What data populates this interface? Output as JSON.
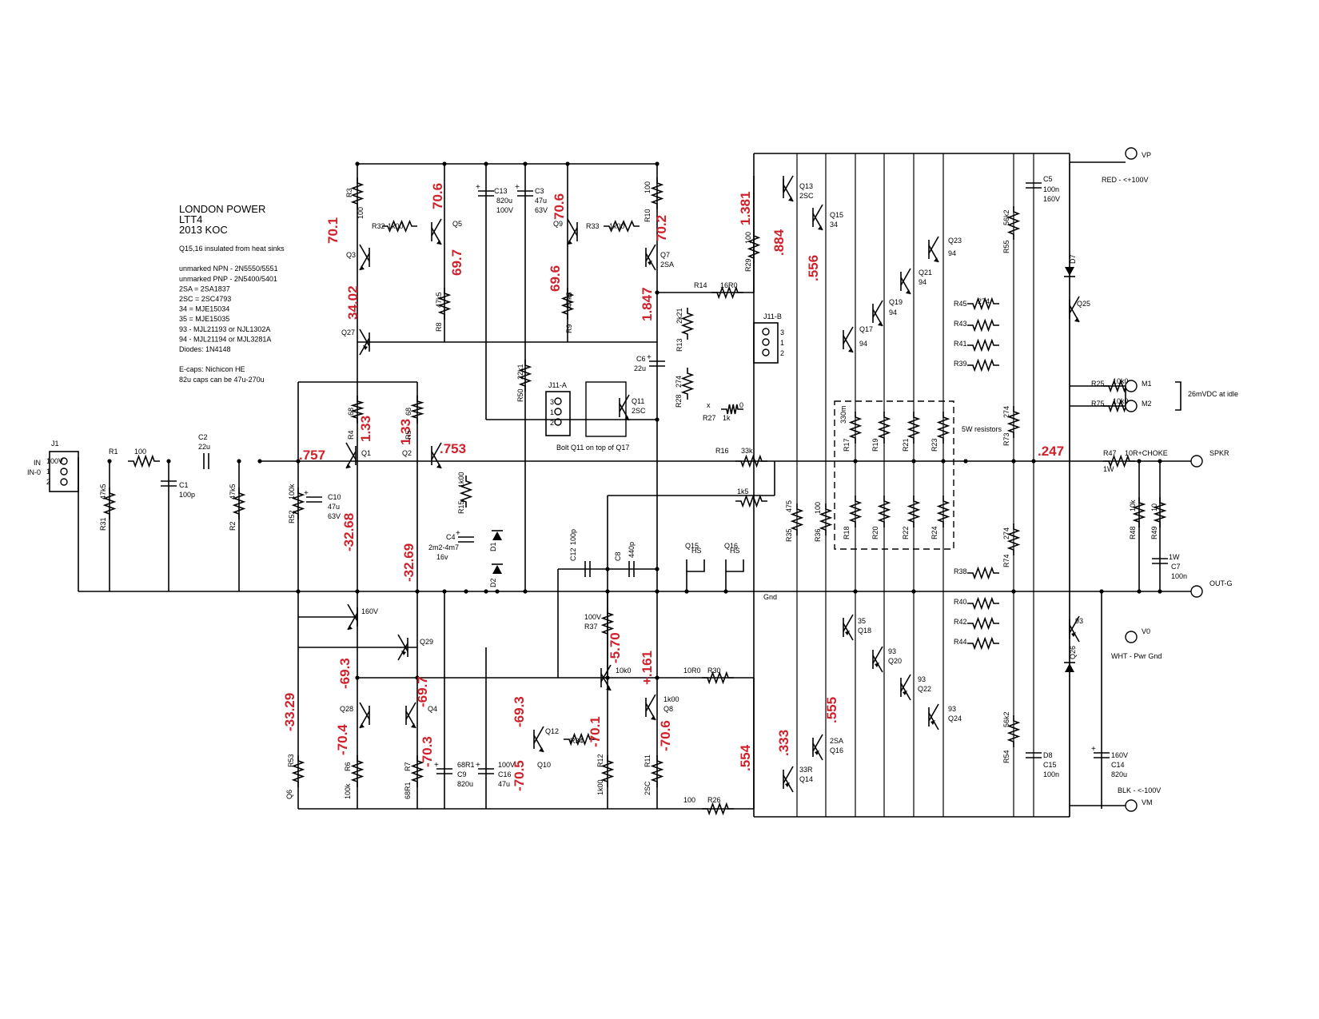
{
  "title_block": {
    "line1": "LONDON POWER",
    "line2": "LTT4",
    "line3": "2013 KOC",
    "notes": [
      "Q15,16 insulated from heat sinks",
      "",
      "unmarked NPN - 2N5550/5551",
      "unmarked PNP - 2N5400/5401",
      "2SA = 2SA1837",
      "2SC = 2SC4793",
      "34 = MJE15034",
      "35 = MJE15035",
      "93 - MJL21193 or NJL1302A",
      "94 - MJL21194 or MJL3281A",
      "Diodes: 1N4148",
      "",
      "E-caps: Nichicon HE",
      "82u caps can be 47u-270u"
    ]
  },
  "connectors": {
    "j1": "J1",
    "in": "IN",
    "in0": "IN-0",
    "j11a": "J11-A",
    "j11b": "J11-B",
    "bolt_note": "Bolt Q11 on top of Q17",
    "vp": "VP",
    "vp_note": "RED - <+100V",
    "vm": "VM",
    "vm_note": "BLK - <-100V",
    "v0": "V0",
    "v0_note": "WHT - Pwr Gnd",
    "spkr": "SPKR",
    "outg": "OUT-G",
    "m1": "M1",
    "m2": "M2",
    "meter_note": "26mVDC at idle",
    "gnd": "Gnd",
    "resistors_5w": "5W resistors"
  },
  "voltages": [
    "70.1",
    "70.6",
    "34.02",
    "69.7",
    "70.6",
    "70.2",
    "69.6",
    "1.847",
    "1.381",
    ".884",
    ".556",
    "1.33",
    "1.33",
    ".757",
    ".753",
    "-32.68",
    "-32.69",
    ".247",
    "-33.29",
    "-69.3",
    "-69.7",
    "-70.4",
    "-70.3",
    "-5.70",
    "+.161",
    "-69.3",
    "-70.1",
    "-70.6",
    "-70.5",
    ".554",
    ".333",
    ".555"
  ],
  "components": [
    "R3",
    "100",
    "R32",
    "1k00",
    "Q5",
    "Q3",
    "R8",
    "47k5",
    "Q27",
    "C13",
    "820u",
    "100V",
    "C3",
    "47u",
    "63V",
    "Q9",
    "R33",
    "1k00",
    "R10",
    "100",
    "Q7",
    "2SA",
    "R9",
    "47k5",
    "R14",
    "16R0",
    "R13",
    "2k21",
    "R28",
    "274",
    "R27",
    "1k",
    "x",
    "0",
    "C6",
    "22u",
    "R29",
    "100",
    "Q13",
    "2SC",
    "Q15",
    "34",
    "R50",
    "22k1",
    "Q11",
    "2SC",
    "R4",
    "68",
    "R5",
    "68",
    "Q1",
    "Q2",
    "R16",
    "33k",
    "R15",
    "1k00",
    "R1",
    "100",
    "C2",
    "22u",
    "C1",
    "100p",
    "R31",
    "47k5",
    "R2",
    "47k5",
    "R52",
    "100k",
    "C10",
    "47u",
    "63V",
    "C4",
    "2m2-4m7",
    "16v",
    "D1",
    "D2",
    "C12",
    "100p",
    "C8",
    "440p",
    "Q15",
    "HS",
    "Q16",
    "HS",
    "1k5",
    "R35",
    "475",
    "R36",
    "100",
    "Q23",
    "94",
    "Q21",
    "94",
    "Q19",
    "94",
    "Q17",
    "94",
    "R17",
    "R19",
    "R21",
    "R23",
    "R18",
    "R20",
    "R22",
    "R24",
    "330m",
    "R45",
    "R43",
    "R41",
    "R39",
    "R38",
    "R40",
    "R42",
    "R44",
    "274",
    "R55",
    "56k2",
    "R73",
    "274",
    "R74",
    "274",
    "R54",
    "56k2",
    "C5",
    "100n",
    "160V",
    "Q25",
    "D7",
    "R25",
    "10k0",
    "R75",
    "10k0",
    "R47",
    "10R+CHOKE",
    "1W",
    "R48",
    "10k",
    "R49",
    "10",
    "1W",
    "C7",
    "100n",
    "160V",
    "Q29",
    "Q28",
    "Q4",
    "Q6",
    "R53",
    "100k",
    "R6",
    "68R1",
    "R7",
    "68R1",
    "C9",
    "820u",
    "100V",
    "C16",
    "47u",
    "100V",
    "R37",
    "10k0",
    "Q10",
    "Q12",
    "R34",
    "1k00",
    "R12",
    "1k00",
    "Q8",
    "2SC",
    "R11",
    "10R0",
    "R30",
    "100",
    "R26",
    "33R",
    "Q14",
    "2SA",
    "Q16",
    "35",
    "Q18",
    "93",
    "Q20",
    "93",
    "Q22",
    "93",
    "Q24",
    "93",
    "Q26",
    "D8",
    "C15",
    "100n",
    "160V",
    "C14",
    "820u",
    "100V",
    "1",
    "2",
    "3",
    "1",
    "2",
    "3",
    "1",
    "2",
    "3"
  ]
}
